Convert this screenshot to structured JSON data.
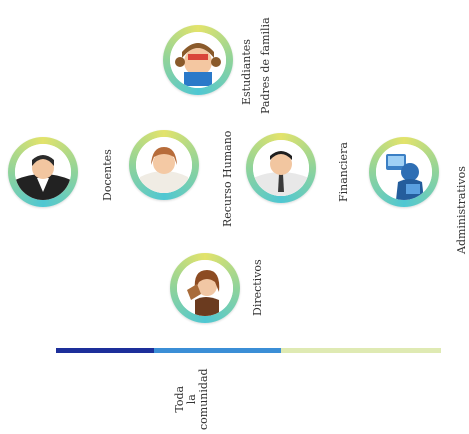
{
  "nodes": {
    "docentes": {
      "label": "Docentes"
    },
    "recurso_humano": {
      "label": "Recurso Humano"
    },
    "financiera": {
      "label": "Financiera"
    },
    "administrativos": {
      "label": "Administrativos"
    },
    "directivos": {
      "label": "Directivos"
    },
    "estudiantes": {
      "line1": "Estudiantes",
      "line2": "Padres de familia"
    }
  },
  "timeline": {
    "label_lines": [
      "Toda",
      "la",
      "comunidad"
    ],
    "segments": [
      {
        "color": "#1d2f9a"
      },
      {
        "color": "#3b8ed6"
      },
      {
        "color": "#dfeab3"
      }
    ]
  },
  "colors": {
    "ring_yellow": "#e3e36b",
    "ring_teal": "#4fc7d3"
  },
  "icons": [
    "teacher-avatar-icon",
    "hr-avatar-icon",
    "finance-avatar-icon",
    "admin-avatar-icon",
    "director-avatar-icon",
    "student-avatar-icon"
  ]
}
